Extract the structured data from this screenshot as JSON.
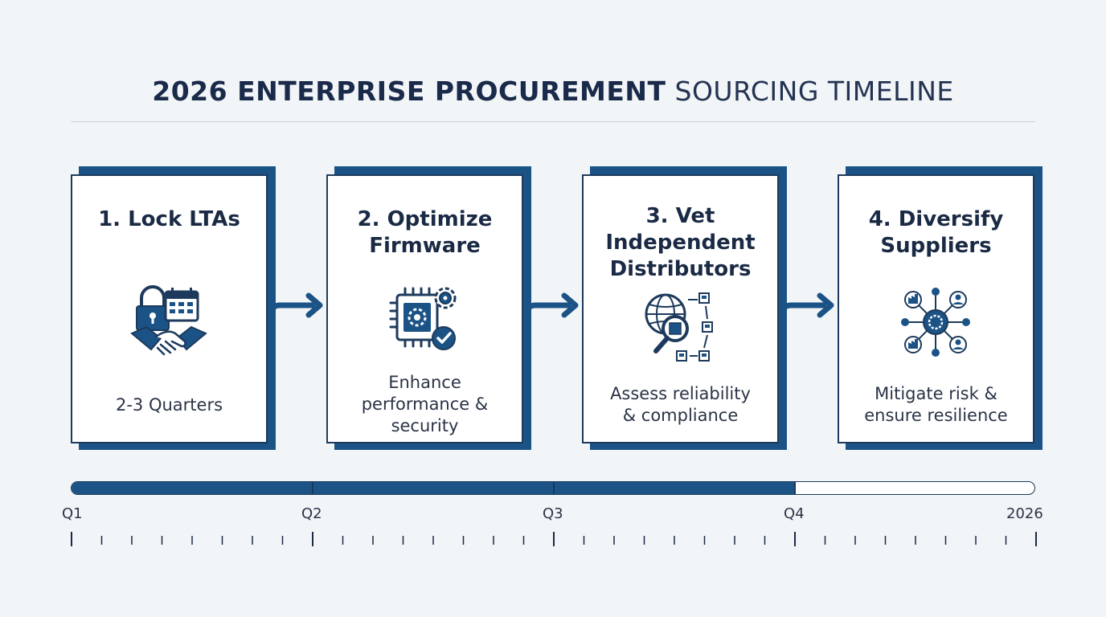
{
  "title": {
    "strong": "2026 ENTERPRISE PROCUREMENT",
    "light": "SOURCING TIMELINE"
  },
  "steps": [
    {
      "title_lines": [
        "1. Lock LTAs"
      ],
      "desc_lines": [
        "2-3 Quarters"
      ],
      "icon": "lock-calendar-handshake-icon"
    },
    {
      "title_lines": [
        "2. Optimize",
        "Firmware"
      ],
      "desc_lines": [
        "Enhance",
        "performance &",
        "security"
      ],
      "icon": "chip-gear-check-icon"
    },
    {
      "title_lines": [
        "3. Vet",
        "Independent",
        "Distributors"
      ],
      "desc_lines": [
        "Assess reliability",
        "& compliance"
      ],
      "icon": "globe-magnifier-boxes-icon"
    },
    {
      "title_lines": [
        "4. Diversify",
        "Suppliers"
      ],
      "desc_lines": [
        "Mitigate risk &",
        "ensure resilience"
      ],
      "icon": "supplier-network-icon"
    }
  ],
  "timeline": {
    "labels": [
      "Q1",
      "Q2",
      "Q3",
      "Q4",
      "2026"
    ],
    "progress_fraction": 0.75
  },
  "colors": {
    "primary": "#1b5386",
    "dark": "#1a2a44",
    "background": "#f2f5f8",
    "card": "#ffffff"
  }
}
